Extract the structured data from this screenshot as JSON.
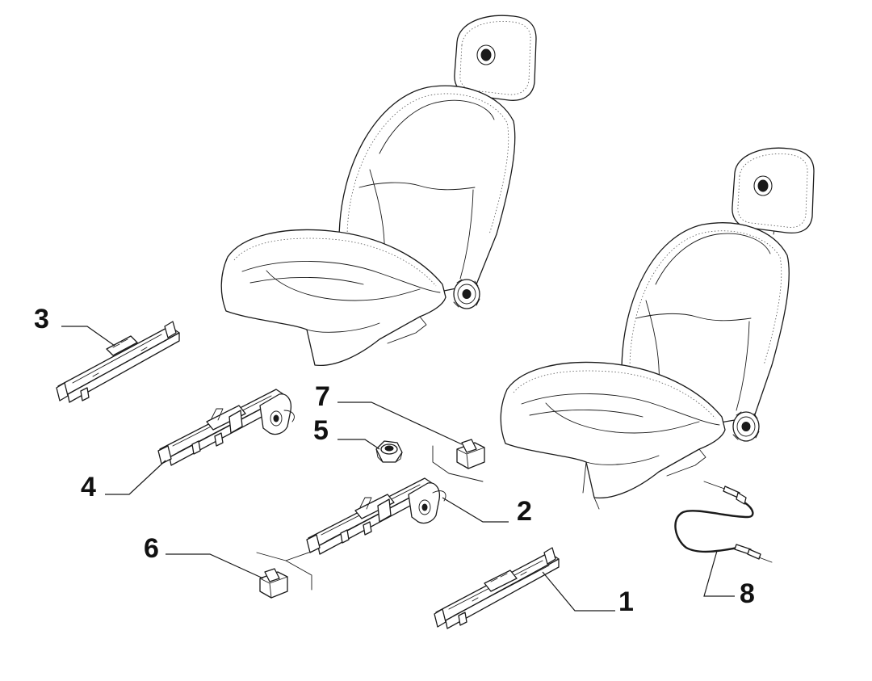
{
  "callouts": [
    {
      "id": "1",
      "label": "1"
    },
    {
      "id": "2",
      "label": "2"
    },
    {
      "id": "3",
      "label": "3"
    },
    {
      "id": "4",
      "label": "4"
    },
    {
      "id": "5",
      "label": "5"
    },
    {
      "id": "6",
      "label": "6"
    },
    {
      "id": "7",
      "label": "7"
    },
    {
      "id": "8",
      "label": "8"
    }
  ],
  "colors": {
    "line": "#1a1a1a",
    "background": "#ffffff"
  },
  "icons": [
    "seat-icon",
    "headrest-logo-icon",
    "recliner-knob-icon",
    "seat-rail-icon",
    "hex-nut-icon",
    "clip-icon",
    "cable-icon"
  ]
}
